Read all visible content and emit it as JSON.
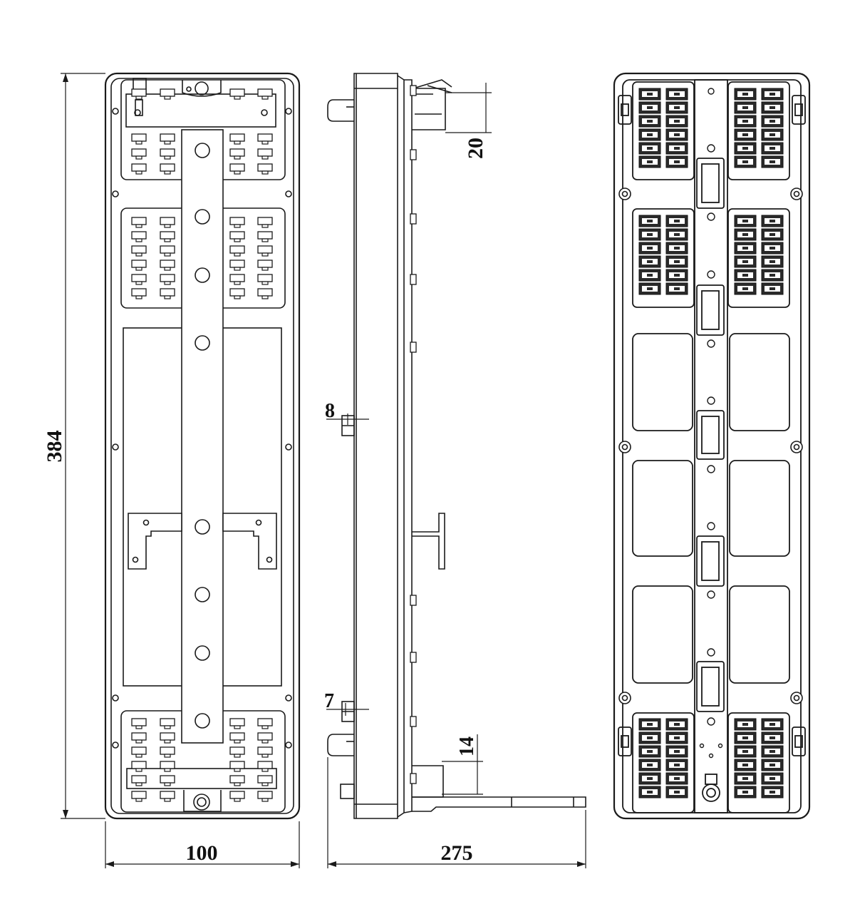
{
  "drawing": {
    "line_color": "#1a1a1a",
    "fill_color": "#ffffff",
    "dark_color": "#2a2a2a"
  },
  "dimensions": {
    "height": "384",
    "front_width": "100",
    "side_depth": "275",
    "top_offset": "20",
    "upper_tab": "8",
    "lower_tab": "7",
    "bottom_offset": "14"
  }
}
